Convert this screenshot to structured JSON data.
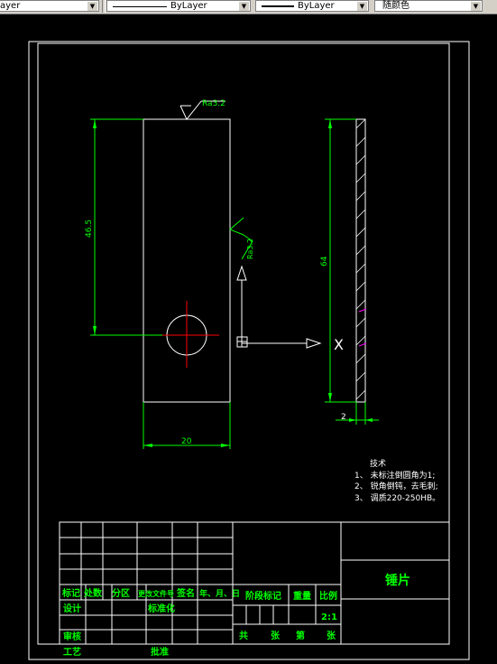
{
  "toolbar": {
    "layer_label": "ayer",
    "linetype_label": "ByLayer",
    "lineweight_label": "ByLayer",
    "color_label": "随颜色"
  },
  "drawing": {
    "roughness_top": "Ra3.2",
    "roughness_side": "Ra3.2",
    "dim_vertical": "46.5",
    "dim_width": "20",
    "dim_height": "64",
    "dim_thickness": "2",
    "axis_marker": "X",
    "notes": {
      "title": "技术",
      "item1": "1、 未标注倒圆角为1;",
      "item2": "2、 锐角倒钝，去毛刺;",
      "item3": "3、 调质220-250HB。"
    }
  },
  "title_block": {
    "part_name": "锤片",
    "header_mark": "标记",
    "header_count": "处数",
    "header_zone": "分区",
    "header_docnum": "更改文件号",
    "header_sign": "签名",
    "header_date": "年、月、日",
    "row_design": "设计",
    "row_standard": "标准化",
    "row_review": "审核",
    "row_process": "工艺",
    "row_approve": "批准",
    "stage_mark": "阶段标记",
    "weight": "重量",
    "scale": "比例",
    "scale_value": "2:1",
    "sheet_total_a": "共",
    "sheet_total_b": "张",
    "sheet_num_a": "第",
    "sheet_num_b": "张"
  }
}
